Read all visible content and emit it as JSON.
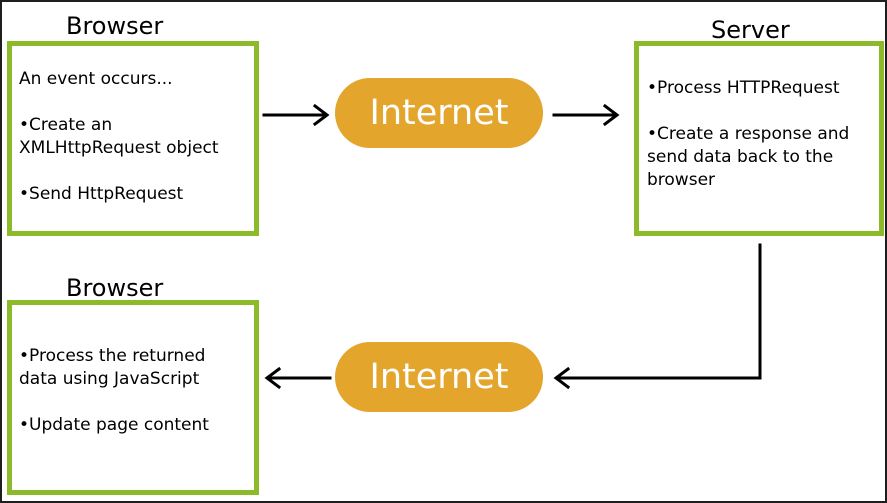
{
  "titles": {
    "top_left": "Browser",
    "top_right": "Server",
    "bottom_left": "Browser"
  },
  "boxes": {
    "browser_top": {
      "items": [
        "An event occurs...",
        "•Create an\nXMLHttpRequest object",
        "•Send HttpRequest"
      ]
    },
    "server": {
      "items": [
        "•Process HTTPRequest",
        "•Create a response and\nsend data back to the\nbrowser"
      ]
    },
    "browser_bottom": {
      "items": [
        "•Process the returned\ndata using JavaScript",
        "•Update page content"
      ]
    }
  },
  "internet": {
    "top": "Internet",
    "bottom": "Internet"
  },
  "colors": {
    "box_border": "#8dba2a",
    "internet_fill": "#e3a52c",
    "internet_text": "#ffffff"
  },
  "icons": [
    "arrow-right-icon",
    "arrow-left-icon",
    "elbow-connector"
  ]
}
